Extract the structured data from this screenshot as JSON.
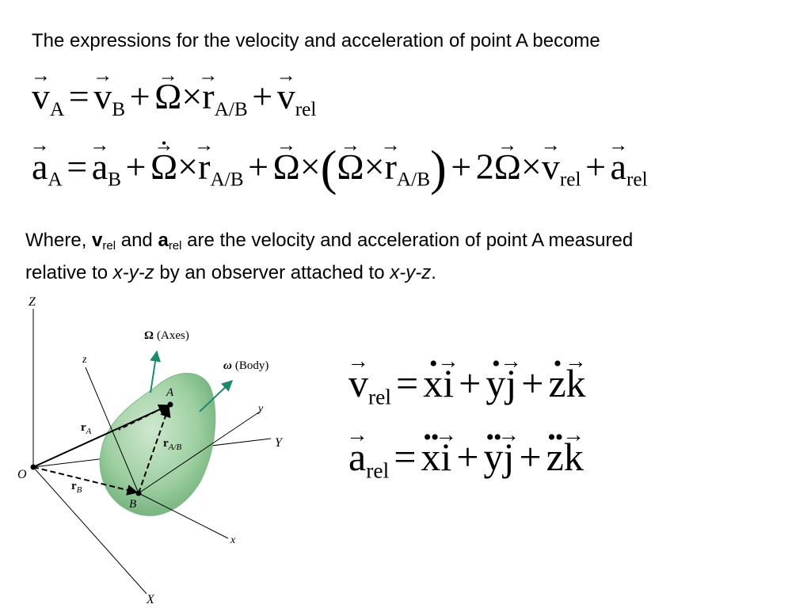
{
  "intro": "The expressions for the velocity and acceleration of point A become",
  "equations": {
    "plus": "+",
    "eq": "=",
    "times": "×",
    "two": "2",
    "lparen": "(",
    "rparen": ")",
    "v": "v",
    "a": "a",
    "r": "r",
    "omega": "Ω",
    "sub_A": "A",
    "sub_B": "B",
    "sub_AB": "A/B",
    "sub_rel": "rel",
    "x": "x",
    "y": "y",
    "z": "z",
    "i": "i",
    "j": "j",
    "k": "k"
  },
  "where": {
    "w1": "Where, ",
    "v": "v",
    "rel": "rel",
    "and": " and ",
    "a": "a",
    "w2": " are the velocity and acceleration of point A measured",
    "line2a": "relative to ",
    "xyz": "x-y-z",
    "line2b": " by an observer attached to ",
    "end": "."
  },
  "figure": {
    "Z": "Z",
    "X": "X",
    "Y": "Y",
    "O": "O",
    "x": "x",
    "y": "y",
    "z": "z",
    "A": "A",
    "B": "B",
    "rA": "r",
    "rA_sub": "A",
    "rB": "r",
    "rB_sub": "B",
    "rAB": "r",
    "rAB_sub": "A/B",
    "omega_axes_sym": "Ω",
    "omega_axes": "(Axes)",
    "omega_body_sym": "ω",
    "omega_body": "(Body)",
    "colors": {
      "body_fill": "#8fc99a",
      "body_edge": "#5f9e6b",
      "arrow": "#1a8a6a"
    }
  }
}
